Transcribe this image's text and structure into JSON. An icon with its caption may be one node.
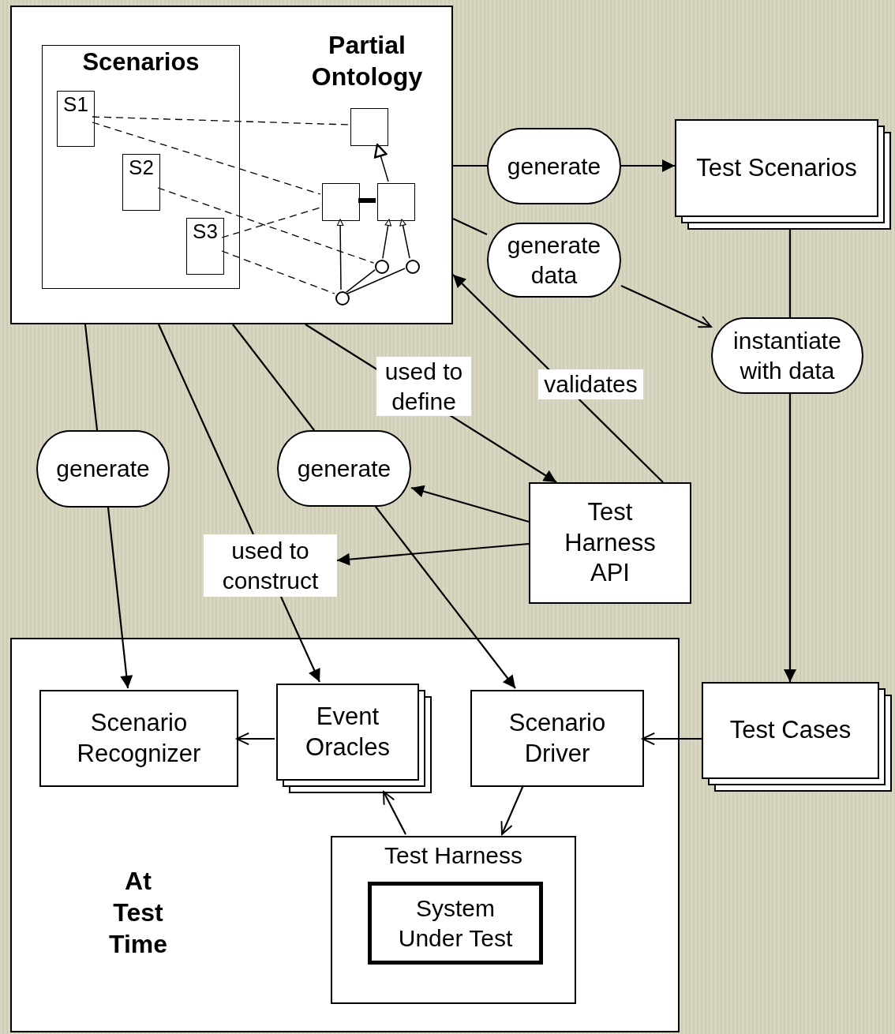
{
  "diagram": {
    "nodes": [
      {
        "text": [
          "Partial Ontology"
        ]
      },
      {
        "text": [
          "Scenarios"
        ],
        "in": 0
      },
      {
        "text": [
          "S1"
        ],
        "in": 1
      },
      {
        "text": [
          "S2"
        ],
        "in": 1
      },
      {
        "text": [
          "S3"
        ],
        "in": 1
      },
      {
        "text": [],
        "shape": "box",
        "in": 0
      },
      {
        "text": [],
        "shape": "box",
        "in": 0
      },
      {
        "text": [],
        "shape": "box",
        "in": 0
      },
      {
        "text": [],
        "shape": "circle",
        "in": 0
      },
      {
        "text": [],
        "shape": "circle",
        "in": 0
      },
      {
        "text": [],
        "shape": "circle",
        "in": 0
      },
      {
        "text": [
          "generate"
        ]
      },
      {
        "text": [
          "Test Scenarios"
        ]
      },
      {
        "text": [
          "generate data"
        ]
      },
      {
        "text": [
          "instantiate with data"
        ]
      },
      {
        "text": [
          "generate"
        ]
      },
      {
        "text": [
          "generate"
        ]
      },
      {
        "text": [
          "Test Harness API"
        ]
      },
      {
        "text": [
          "used to construct"
        ]
      },
      {
        "text": [
          "At Test Time"
        ]
      },
      {
        "text": [
          "Scenario Recognizer"
        ],
        "in": 19
      },
      {
        "text": [
          "Event Oracles"
        ],
        "in": 19
      },
      {
        "text": [
          "Scenario Driver"
        ],
        "in": 19
      },
      {
        "text": [
          "Test Harness"
        ],
        "in": 19
      },
      {
        "text": [
          "System Under Test"
        ],
        "in": 23
      },
      {
        "text": [
          "Test Cases"
        ]
      }
    ],
    "edges": [
      {
        "from": 2,
        "to": 5,
        "arrow": "none",
        "style": "dashed"
      },
      {
        "from": 2,
        "to": 6,
        "arrow": "none",
        "style": "dashed"
      },
      {
        "from": 3,
        "to": 8,
        "arrow": "none",
        "style": "dashed"
      },
      {
        "from": 4,
        "to": 6,
        "arrow": "none",
        "style": "dashed"
      },
      {
        "from": 4,
        "to": 10,
        "arrow": "none",
        "style": "dashed"
      },
      {
        "from": 7,
        "to": 5,
        "arrow": "to"
      },
      {
        "from": 6,
        "to": 7,
        "arrow": "none",
        "style": "thick"
      },
      {
        "from": 10,
        "to": 6,
        "arrow": "to"
      },
      {
        "from": 8,
        "to": 7,
        "arrow": "to"
      },
      {
        "from": 9,
        "to": 7,
        "arrow": "to"
      },
      {
        "from": 10,
        "to": 8,
        "arrow": "none"
      },
      {
        "from": 10,
        "to": 9,
        "arrow": "none"
      },
      {
        "from": 0,
        "to": 11,
        "arrow": "none"
      },
      {
        "from": 11,
        "to": 12,
        "arrow": "to"
      },
      {
        "from": 0,
        "to": 13,
        "arrow": "none"
      },
      {
        "from": 13,
        "to": 14,
        "arrow": "to"
      },
      {
        "from": 12,
        "to": 14,
        "arrow": "none"
      },
      {
        "from": 14,
        "to": 25,
        "arrow": "to"
      },
      {
        "from": 0,
        "to": 15,
        "arrow": "none"
      },
      {
        "from": 15,
        "to": 20,
        "arrow": "to"
      },
      {
        "from": 0,
        "to": 18,
        "arrow": "none"
      },
      {
        "from": 18,
        "to": 21,
        "arrow": "to"
      },
      {
        "from": 0,
        "to": 16,
        "arrow": "none"
      },
      {
        "from": 16,
        "to": 22,
        "arrow": "to"
      },
      {
        "from": 0,
        "to": 17,
        "arrow": "to",
        "label": "used to define"
      },
      {
        "from": 17,
        "to": 0,
        "arrow": "to",
        "label": "validates"
      },
      {
        "from": 17,
        "to": 16,
        "arrow": "to"
      },
      {
        "from": 17,
        "to": 18,
        "arrow": "to"
      },
      {
        "from": 21,
        "to": 20,
        "arrow": "to"
      },
      {
        "from": 25,
        "to": 22,
        "arrow": "to"
      },
      {
        "from": 22,
        "to": 23,
        "arrow": "to"
      },
      {
        "from": 23,
        "to": 21,
        "arrow": "to"
      }
    ]
  }
}
